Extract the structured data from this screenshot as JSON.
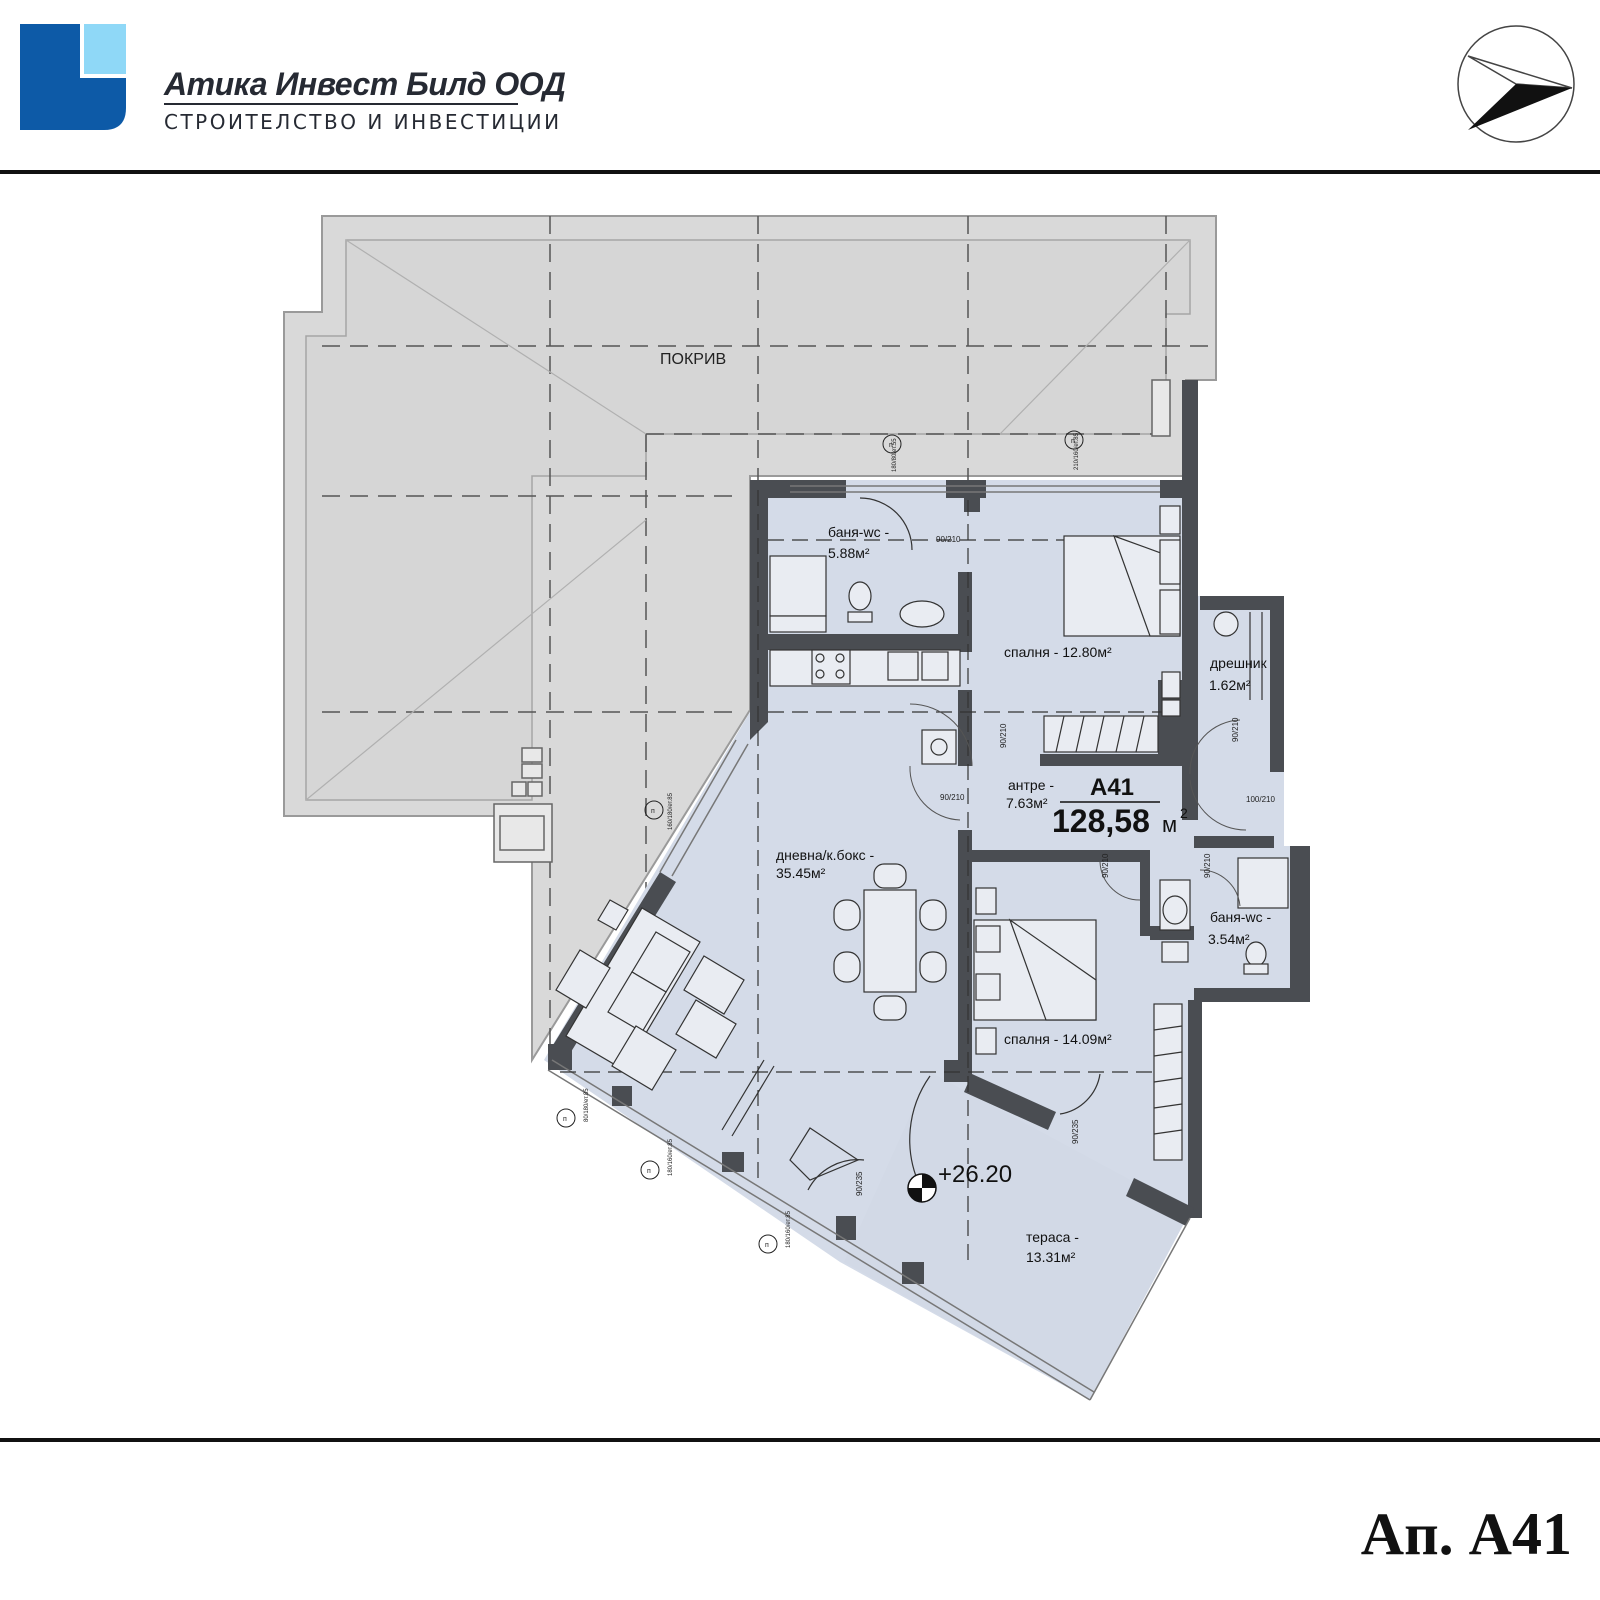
{
  "header": {
    "company_name": "Атика Инвест Билд ООД",
    "company_tagline": "СТРОИТЕЛСТВО И ИНВЕСТИЦИИ",
    "logo_colors": {
      "dark": "#0d5aa7",
      "light": "#8fd8f7"
    }
  },
  "plan": {
    "roof_label": "ПОКРИВ",
    "apartment_code": "A41",
    "apartment_area": "128,58",
    "apartment_area_unit": "м",
    "apartment_area_exp": "2",
    "elevation": "+26.20",
    "rooms": [
      {
        "name": "баня-wc -",
        "area": "5.88м²"
      },
      {
        "name": "спалня - 12.80м²",
        "area": ""
      },
      {
        "name": "дрешник",
        "area": "1.62м²"
      },
      {
        "name": "антре -",
        "area": "7.63м²"
      },
      {
        "name": "дневна/к.бокс -",
        "area": "35.45м²"
      },
      {
        "name": "баня-wc -",
        "area": "3.54м²"
      },
      {
        "name": "спалня - 14.09м²",
        "area": ""
      },
      {
        "name": "тераса -",
        "area": "13.31м²"
      }
    ],
    "door_tags": [
      "90/210",
      "90/210",
      "90/210",
      "90/210",
      "100/210",
      "90/210",
      "90/210",
      "90/235",
      "90/235"
    ],
    "window_tags": [
      "п",
      "п",
      "п",
      "п",
      "п",
      "п"
    ],
    "window_dims": [
      "180/80/ет.55",
      "210/160/ет.85",
      "160/180/ет.85",
      "80/180/ет.85",
      "180/160/ет.85",
      "180/160/ет.85"
    ],
    "colors": {
      "roof": "#d9d9d9",
      "roof_border": "#9a9a9a",
      "interior": "#d4dbe8",
      "wall": "#4a4d52"
    }
  },
  "footer": {
    "apartment_ref": "Ап. А41"
  }
}
